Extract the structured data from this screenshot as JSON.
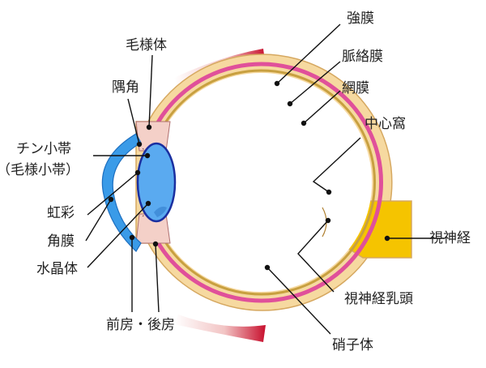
{
  "diagram": {
    "labels": {
      "sclera": "強膜",
      "choroid": "脈絡膜",
      "retina": "網膜",
      "fovea": "中心窩",
      "optic_nerve": "視神経",
      "optic_disc": "視神経乳頭",
      "vitreous": "硝子体",
      "ciliary_body": "毛様体",
      "angle": "隅角",
      "zonule": "チン小帯",
      "zonule_alt": "（毛様小帯）",
      "iris": "虹彩",
      "cornea": "角膜",
      "lens": "水晶体",
      "chambers": "前房・後房"
    },
    "colors": {
      "sclera": "#f6d9a0",
      "sclera_edge": "#d6a860",
      "choroid": "#e0509a",
      "retina": "#c8a040",
      "cornea": "#3a9be8",
      "lens_fill": "#5aaaf0",
      "lens_edge": "#1a2fa0",
      "iris": "#e0407a",
      "optic_nerve": "#f5c400",
      "muscle": "#c8102e"
    }
  }
}
